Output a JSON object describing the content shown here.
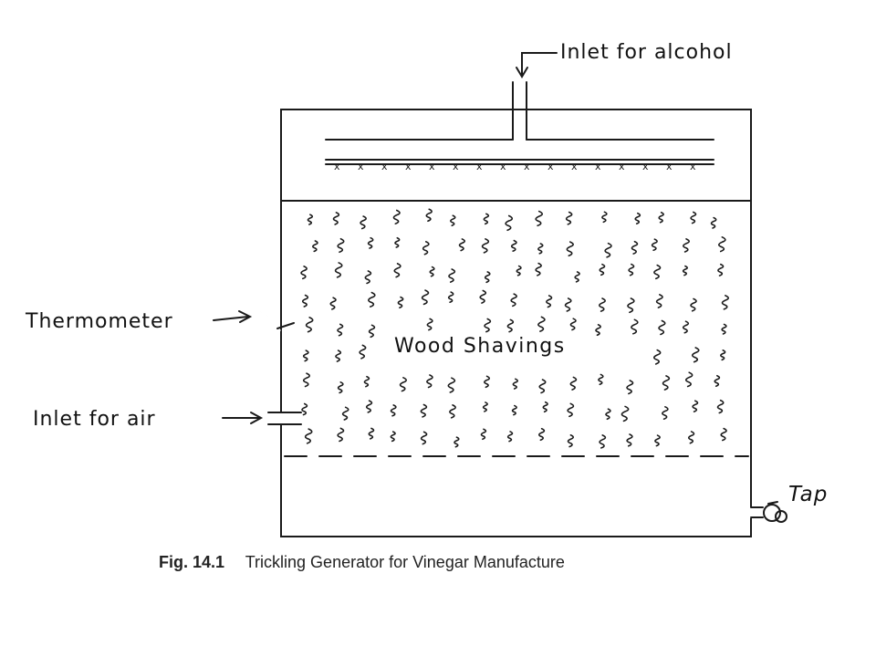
{
  "diagram": {
    "labels": {
      "inlet_alcohol": "Inlet for alcohol",
      "thermometer": "Thermometer",
      "inlet_air": "Inlet for air",
      "wood_shavings": "Wood Shavings",
      "tap": "Tap"
    }
  },
  "caption": {
    "number": "Fig. 14.1",
    "text": "Trickling Generator for Vinegar Manufacture"
  },
  "colors": {
    "ink": "#1a1a1a",
    "background": "#ffffff"
  }
}
